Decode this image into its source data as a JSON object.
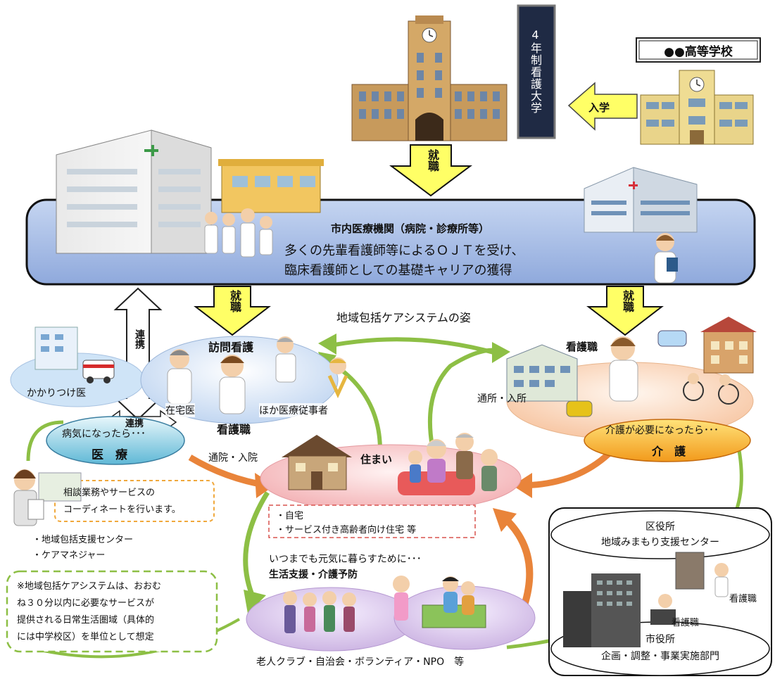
{
  "high_school": {
    "label": "●●高等学校"
  },
  "university": {
    "label": "4年制看護大学"
  },
  "arrows": {
    "enroll": "入学",
    "employ_top": "就職",
    "employ_left": "就職",
    "employ_right": "就職",
    "renkei_big": "連携",
    "renkei_small": "連携"
  },
  "hospital_band": {
    "title": "市内医療機関（病院・診療所等）",
    "line1": "多くの先輩看護師等によるＯＪＴを受け、",
    "line2": "臨床看護師としての基礎キャリアの獲得"
  },
  "system_title": "地域包括ケアシステムの姿",
  "medical": {
    "kakaritsuke": "かかりつけ医",
    "zaitaku": "在宅医",
    "homon": "訪問看護",
    "hoka": "ほか医療従事者",
    "nurse": "看護職",
    "when_sick": "病気になったら･･･",
    "iryo": "医　療",
    "tsuin": "通院・入院"
  },
  "care": {
    "nurse": "看護職",
    "tsusho": "通所・入所",
    "when_care": "介護が必要になったら･･･",
    "kaigo": "介　護"
  },
  "home": {
    "sumai": "住まい",
    "item1": "・自宅",
    "item2": "・サービス付き高齢者向け住宅 等"
  },
  "consult": {
    "line1": "相談業務やサービスの",
    "line2": "コーディネートを行います。",
    "org1": "・地域包括支援センター",
    "org2": "・ケアマネジャー"
  },
  "note": {
    "line1": "※地域包括ケアシステムは、おおむ",
    "line2": "ね３０分以内に必要なサービスが",
    "line3": "提供される日常生活圏域（具体的",
    "line4": "には中学校区）を単位として想定"
  },
  "lifelong": {
    "line1": "いつまでも元気に暮らすために･･･",
    "line2": "生活支援・介護予防"
  },
  "community": {
    "label": "老人クラブ・自治会・ボランティア・NPO　等"
  },
  "ward": {
    "title": "区役所",
    "center": "地域みまもり支援センター",
    "nurse1": "看護職",
    "nurse2": "看護職",
    "city": "市役所",
    "dept": "企画・調整・事業実施部門"
  },
  "colors": {
    "band": "#a6bde6",
    "arrow_yellow": "#ffff66",
    "medical_ellipse": "#cfe0f5",
    "home_ellipse": "#f6c6c8",
    "care_ellipse": "#fbd8be",
    "community_ellipse": "#d9c6ee",
    "flow_green": "#8dbf45",
    "flow_orange": "#e9843a"
  }
}
